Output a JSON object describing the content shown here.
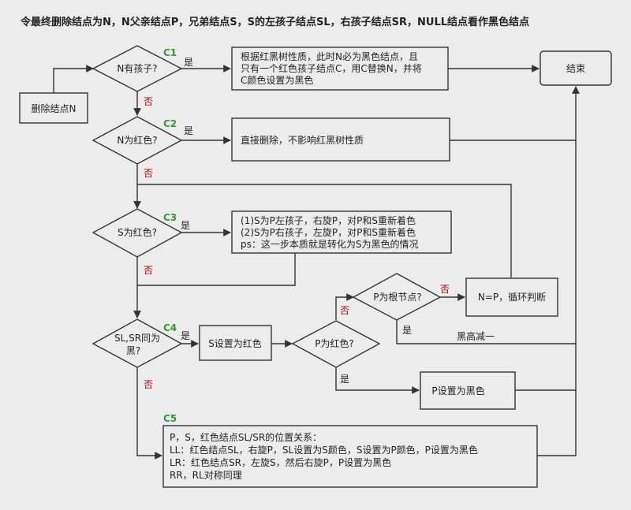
{
  "title": "令最终删除结点为N，N父亲结点P，兄弟结点S，S的左孩子结点SL，右孩子结点SR，NULL结点看作黑色结点",
  "nodes": {
    "delete": "删除结点N",
    "end": "结束",
    "d1": "N有孩子?",
    "d2": "N为红色?",
    "d3": "S为红色?",
    "d4": [
      "SL,SR同为",
      "黑?"
    ],
    "d5": "P为红色?",
    "d6": "P为根节点?",
    "p1": [
      "根据红黑树性质，此时N必为黑色结点，且",
      "只有一个红色孩子结点C，用C替换N，并将",
      "C颜色设置为黑色"
    ],
    "p2": "直接删除，不影响红黑树性质",
    "p3": [
      "(1)S为P左孩子，右旋P，对P和S重新着色",
      "(2)S为P右孩子，左旋P，对P和S重新着色",
      "ps：这一步本质就是转化为S为黑色的情况"
    ],
    "p4": "S设置为红色",
    "p5": "P设置为黑色",
    "p6": "N=P，循环判断",
    "p7": [
      "P，S，红色结点SL/SR的位置关系：",
      "LL：红色结点SL，右旋P，SL设置为S颜色，S设置为P颜色，P设置为黑色",
      "LR：红色结点SR，左旋S，然后右旋P，P设置为黑色",
      "RR，RL对称同理"
    ]
  },
  "case_labels": {
    "c1": "C1",
    "c2": "C2",
    "c3": "C3",
    "c4": "C4",
    "c5": "C5"
  },
  "edge_labels": {
    "yes": "是",
    "no": "否",
    "black_height_minus": "黑高减一"
  },
  "colors": {
    "case_label": "#2e9b2e",
    "no_label": "#c00000",
    "line": "#333333",
    "background": "#ececec"
  }
}
